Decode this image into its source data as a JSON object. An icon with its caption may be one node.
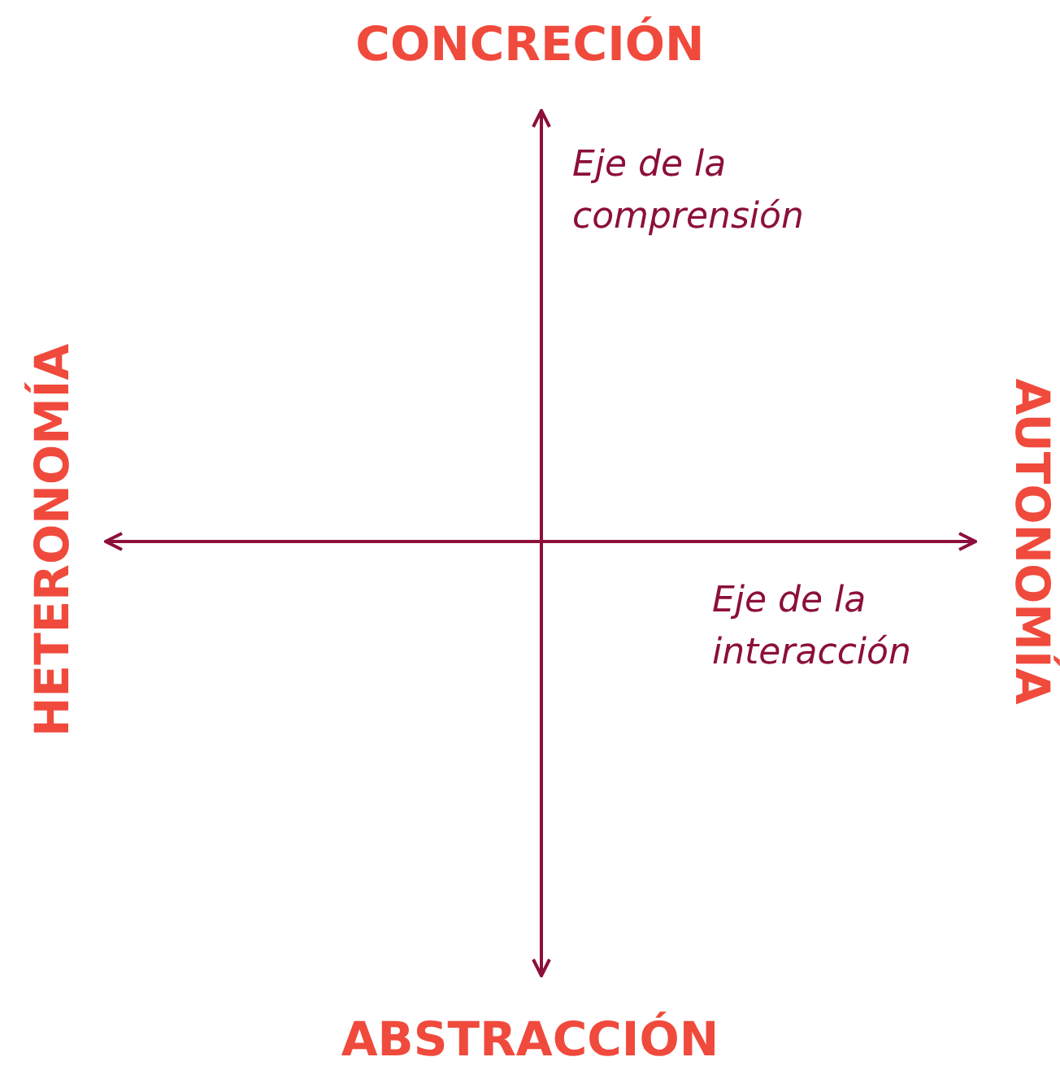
{
  "diagram": {
    "labels": [
      "CONCRECIÓN",
      "Eje de la comprensión",
      "HETERONOMÍA",
      "AUTONOMÍA",
      "Eje de la interacción",
      "ABSTRACCIÓN"
    ]
  }
}
